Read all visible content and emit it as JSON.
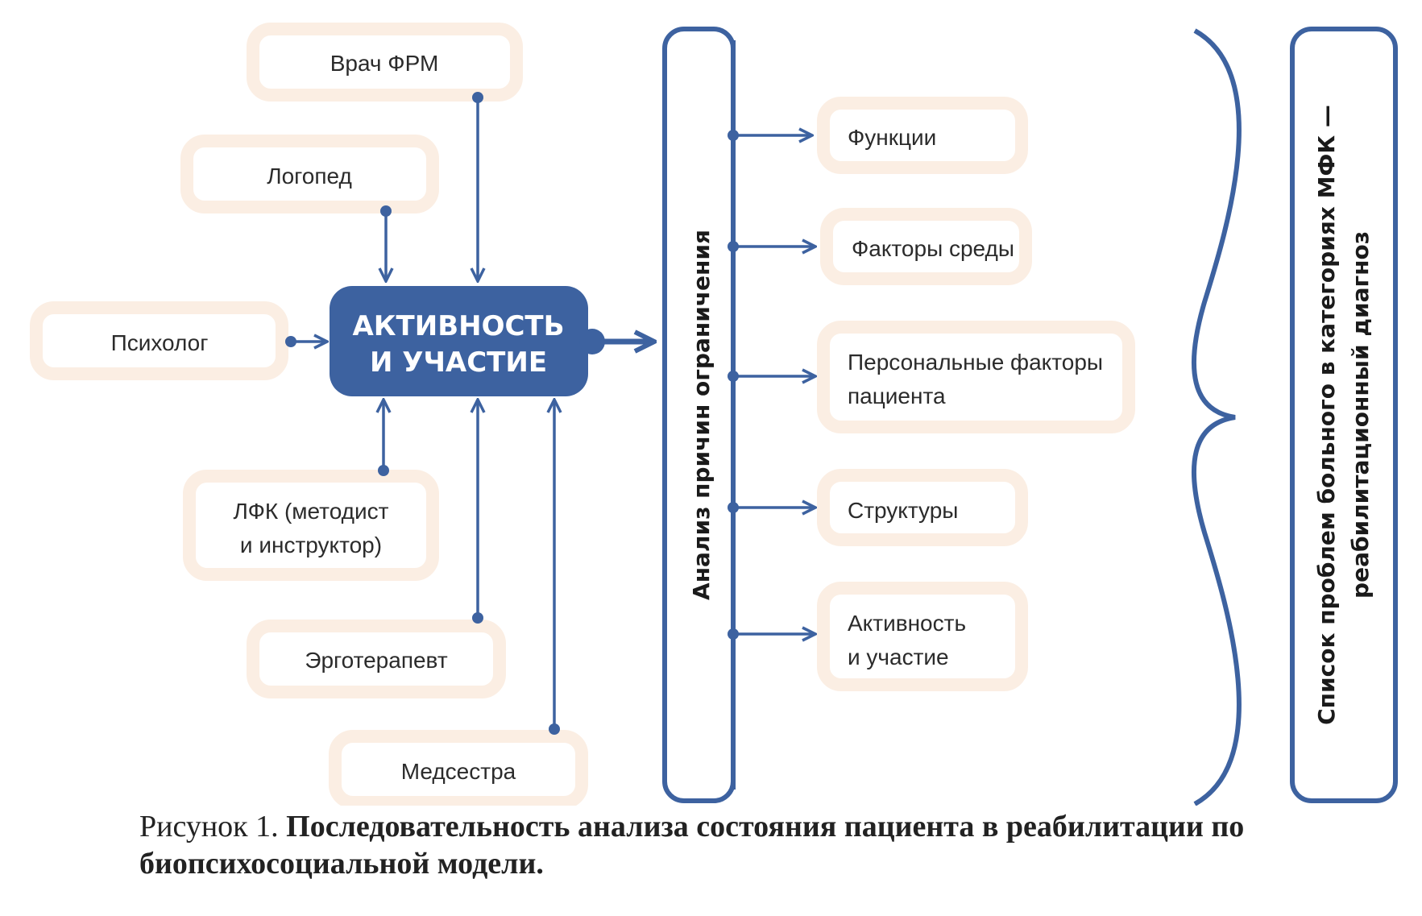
{
  "roles": {
    "doctor": "Врач ФРМ",
    "speech": "Логопед",
    "psych": "Психолог",
    "pt_line1": "ЛФК (методист",
    "pt_line2": "и инструктор)",
    "ot": "Эрготерапевт",
    "nurse": "Медсестра"
  },
  "center": {
    "line1": "АКТИВНОСТЬ",
    "line2": "И УЧАСТИЕ"
  },
  "analysis": "Анализ причин ограничения",
  "factors": {
    "functions": "Функции",
    "environment": "Факторы среды",
    "personal_line1": "Персональные факторы",
    "personal_line2": "пациента",
    "structures": "Структуры",
    "activity_line1": "Активность",
    "activity_line2": "и участие"
  },
  "result": {
    "line1": "Список проблем больного в категориях МФК —",
    "line2": "реабилитационный диагноз"
  },
  "caption": {
    "prefix": "Рисунок 1. ",
    "title": "Последовательность анализа состояния пациента в реабилитации по биопсихосоциальной модели."
  },
  "colors": {
    "accent": "#3d62a0",
    "box_border": "#fbeee3",
    "text": "#2b2b2b"
  }
}
